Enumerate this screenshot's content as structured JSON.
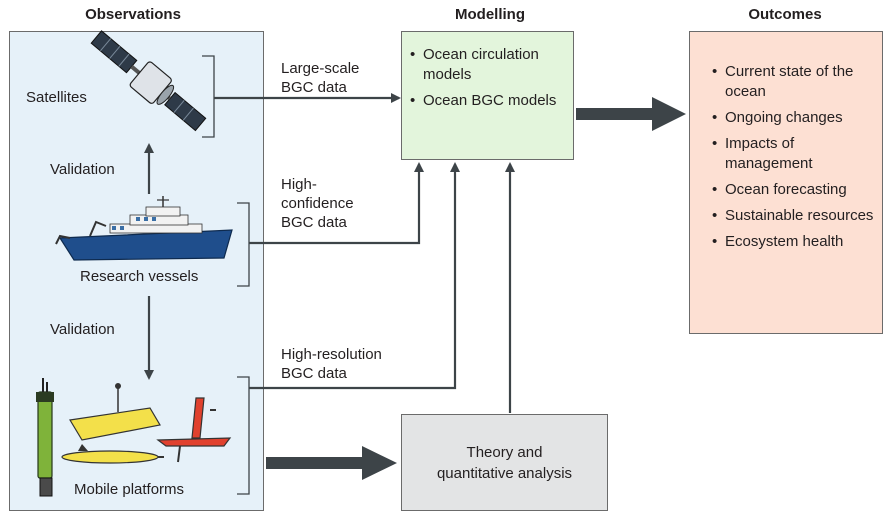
{
  "headings": {
    "observations": "Observations",
    "modelling": "Modelling",
    "outcomes": "Outcomes"
  },
  "observations": {
    "satellites": "Satellites",
    "research_vessels": "Research vessels",
    "mobile_platforms": "Mobile platforms",
    "validation_1": "Validation",
    "validation_2": "Validation"
  },
  "flows": {
    "large_scale": [
      "Large-scale",
      "BGC data"
    ],
    "high_confidence": [
      "High-",
      "confidence",
      "BGC data"
    ],
    "high_resolution": [
      "High-resolution",
      "BGC data"
    ]
  },
  "modelling": {
    "items": [
      "Ocean circulation models",
      "Ocean BGC models"
    ]
  },
  "theory": {
    "lines": [
      "Theory and",
      "quantitative analysis"
    ]
  },
  "outcomes": {
    "items": [
      "Current state of the ocean",
      "Ongoing changes",
      "Impacts of management",
      "Ocean forecasting",
      "Sustainable resources",
      "Ecosystem health"
    ]
  },
  "colors": {
    "observations_panel": "#e6f1f9",
    "modelling_box": "#e3f5dc",
    "outcomes_box": "#fde0d3",
    "theory_box": "#e3e4e5",
    "arrow": "#3d4448",
    "vessel_hull": "#1f4e8c",
    "platform_yellow": "#f3e04a",
    "platform_green": "#7fb33a",
    "platform_red": "#e0412e"
  }
}
